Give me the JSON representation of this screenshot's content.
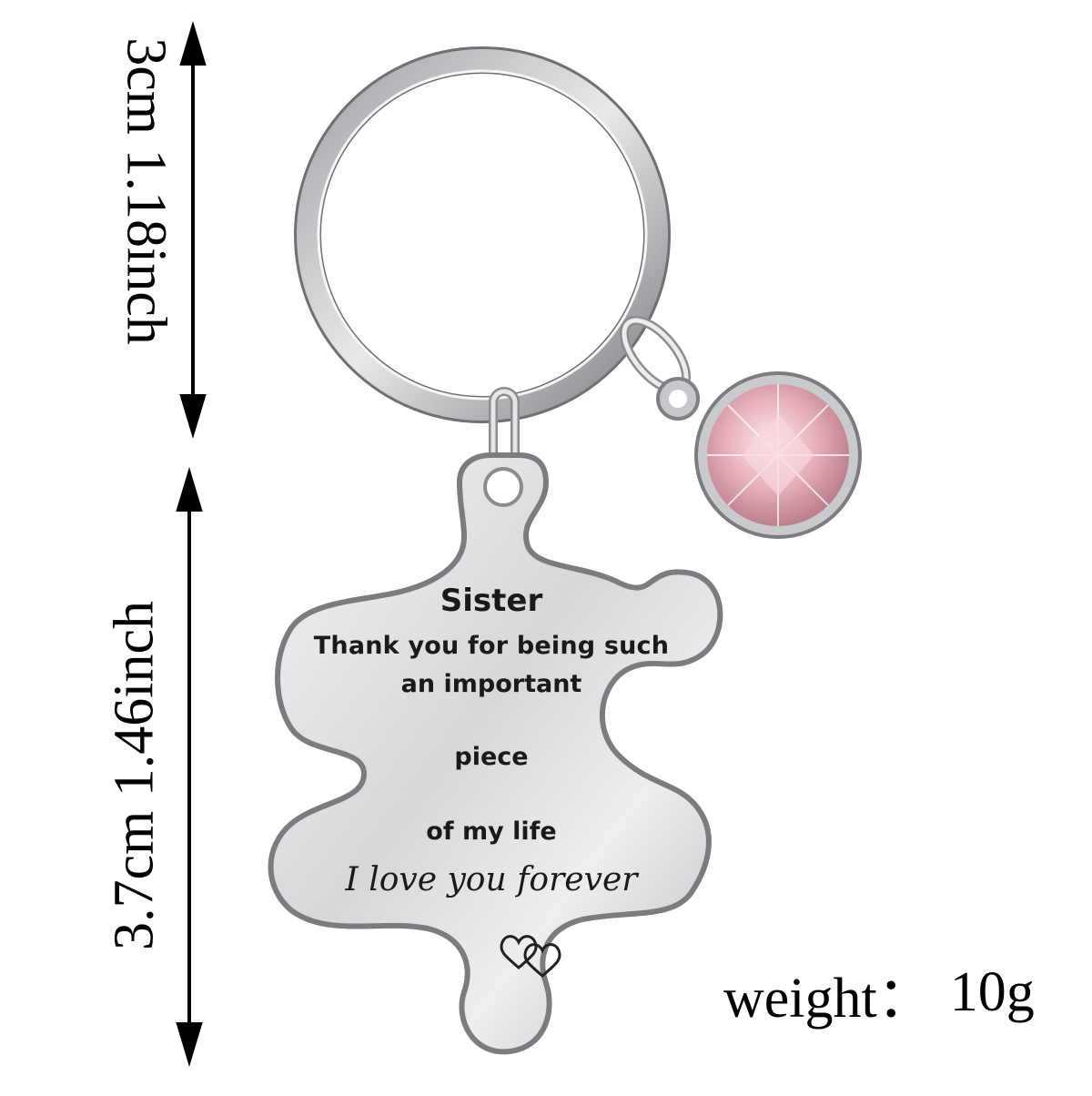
{
  "dimensions": {
    "ring": "3cm 1.18inch",
    "tag": "3.7cm 1.46inch",
    "weight_label": "weight：",
    "weight_value": "10g"
  },
  "engraving": {
    "name": "Sister",
    "line1": "Thank you for being such",
    "line2": "an important",
    "line3": "piece",
    "line4": "of my life",
    "line5": "I love you forever"
  },
  "colors": {
    "metal": "#d9dadc",
    "metal_dark": "#8a8c90",
    "gem": "#e8b6bf",
    "text": "#1a1a1a"
  },
  "icons": [
    "double-heart-icon",
    "pink-gem-icon",
    "double-arrow-icon"
  ]
}
